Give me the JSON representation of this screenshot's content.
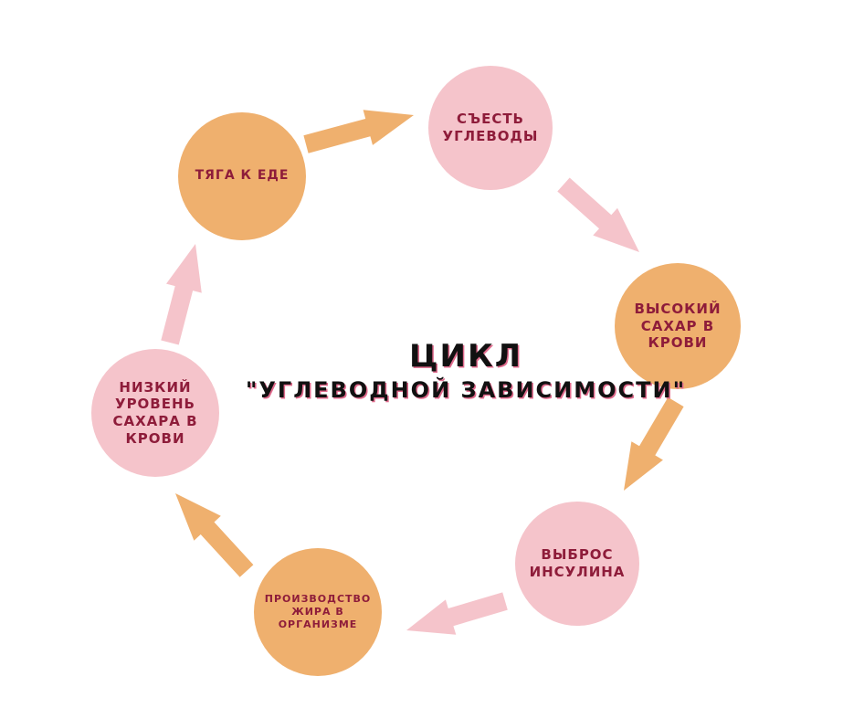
{
  "title": {
    "line1": "ЦИКЛ",
    "line2": "\"УГЛЕВОДНОЙ ЗАВИСИМОСТИ\""
  },
  "colors": {
    "orange": "#efb06e",
    "pink": "#f5c4cb",
    "node_text": "#8e1c3a",
    "title_text": "#111111"
  },
  "nodes": [
    {
      "id": "craving",
      "label": "ТЯГА К ЕДЕ",
      "color": "orange"
    },
    {
      "id": "eat-carbs",
      "label": "СЪЕСТЬ\nУГЛЕВОДЫ",
      "color": "pink"
    },
    {
      "id": "high-sugar",
      "label": "ВЫСОКИЙ\nСАХАР В\nКРОВИ",
      "color": "orange"
    },
    {
      "id": "insulin",
      "label": "ВЫБРОС\nИНСУЛИНА",
      "color": "pink"
    },
    {
      "id": "fat-production",
      "label": "ПРОИЗВОДСТВО\nЖИРА В\nОРГАНИЗМЕ",
      "color": "orange"
    },
    {
      "id": "low-sugar",
      "label": "НИЗКИЙ\nУРОВЕНЬ\nСАХАРА В\nКРОВИ",
      "color": "pink"
    }
  ],
  "arrows": [
    {
      "from": "craving",
      "to": "eat-carbs",
      "color": "orange"
    },
    {
      "from": "eat-carbs",
      "to": "high-sugar",
      "color": "pink"
    },
    {
      "from": "high-sugar",
      "to": "insulin",
      "color": "orange"
    },
    {
      "from": "insulin",
      "to": "fat-production",
      "color": "pink"
    },
    {
      "from": "fat-production",
      "to": "low-sugar",
      "color": "orange"
    },
    {
      "from": "low-sugar",
      "to": "craving",
      "color": "pink"
    }
  ]
}
